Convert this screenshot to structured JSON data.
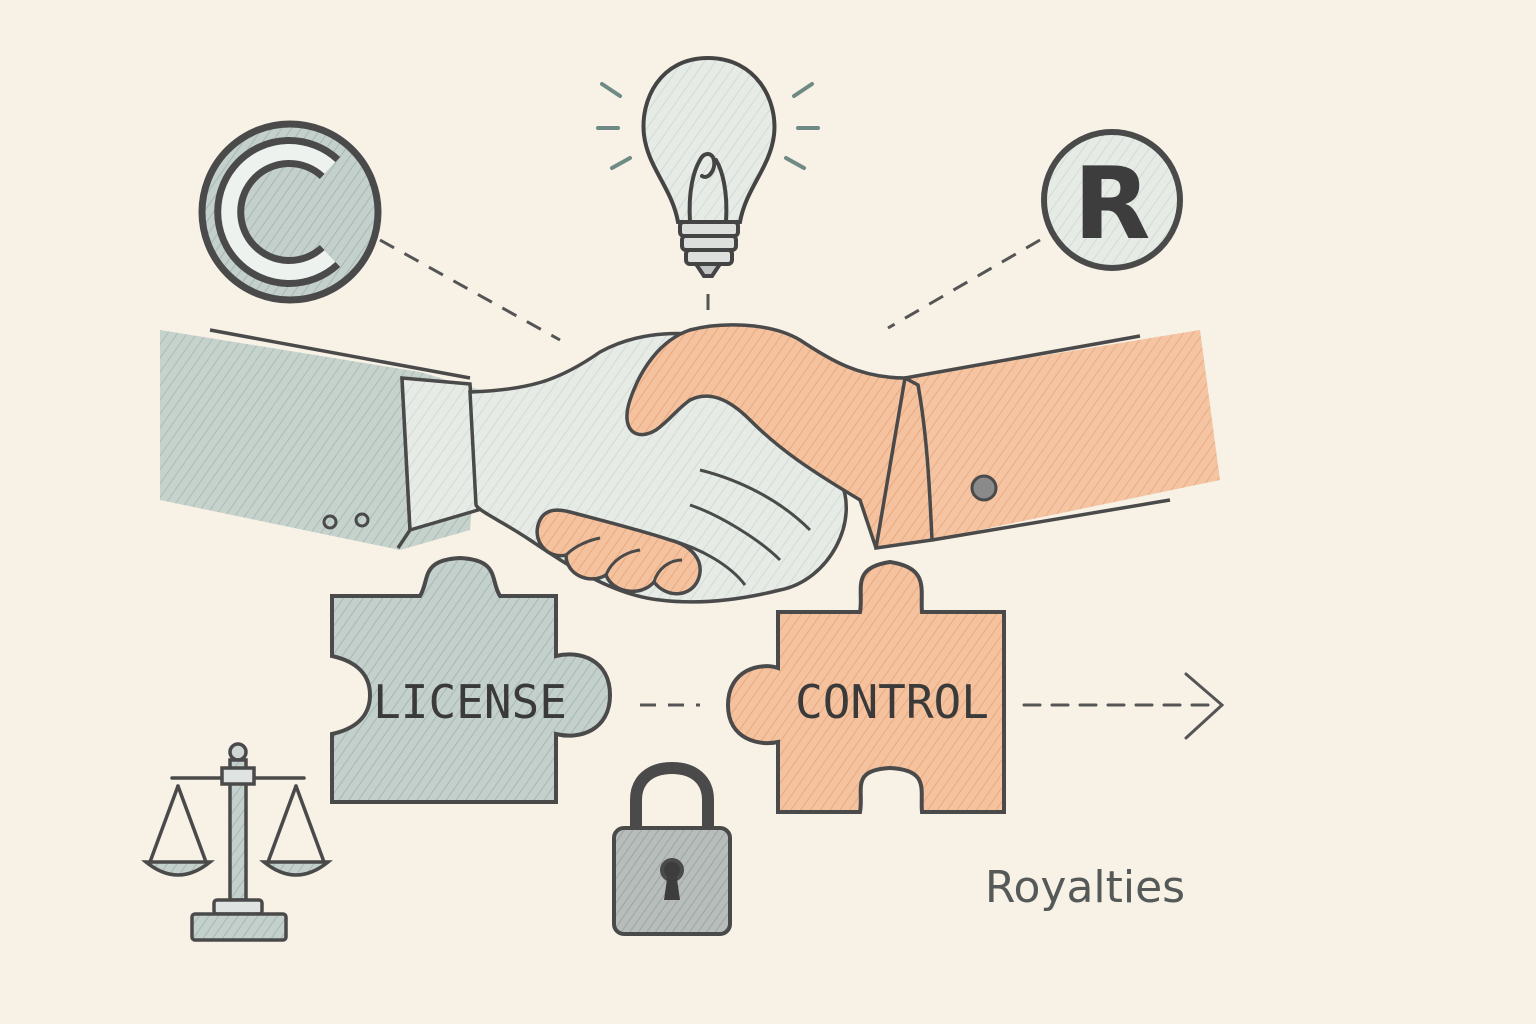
{
  "labels": {
    "license": "LICENSE",
    "control": "CONTROL",
    "royalties": "Royalties",
    "copyright_symbol": "C",
    "registered_symbol": "R"
  },
  "icons": {
    "copyright": "copyright-icon",
    "registered": "registered-trademark-icon",
    "idea": "lightbulb-icon",
    "agreement": "handshake-icon",
    "justice": "scales-of-justice-icon",
    "security": "padlock-icon",
    "flow": "arrow-right-icon"
  },
  "colors": {
    "background": "#f7f1e6",
    "sage": "#b9c8c3",
    "peach": "#f2b88f",
    "ink": "#3d3d3d",
    "pencil_gray": "#8a8f8d"
  }
}
